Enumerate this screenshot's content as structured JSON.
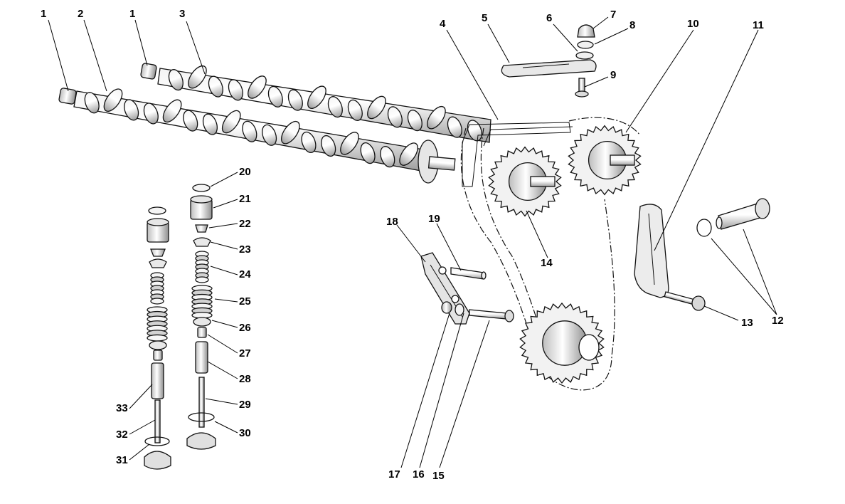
{
  "callouts": [
    {
      "id": "1a",
      "text": "1"
    },
    {
      "id": "2",
      "text": "2"
    },
    {
      "id": "1b",
      "text": "1"
    },
    {
      "id": "3",
      "text": "3"
    },
    {
      "id": "4",
      "text": "4"
    },
    {
      "id": "5",
      "text": "5"
    },
    {
      "id": "6",
      "text": "6"
    },
    {
      "id": "7",
      "text": "7"
    },
    {
      "id": "8",
      "text": "8"
    },
    {
      "id": "9",
      "text": "9"
    },
    {
      "id": "10",
      "text": "10"
    },
    {
      "id": "11",
      "text": "11"
    },
    {
      "id": "12",
      "text": "12"
    },
    {
      "id": "13",
      "text": "13"
    },
    {
      "id": "14",
      "text": "14"
    },
    {
      "id": "15",
      "text": "15"
    },
    {
      "id": "16",
      "text": "16"
    },
    {
      "id": "17",
      "text": "17"
    },
    {
      "id": "18",
      "text": "18"
    },
    {
      "id": "19",
      "text": "19"
    },
    {
      "id": "20",
      "text": "20"
    },
    {
      "id": "21",
      "text": "21"
    },
    {
      "id": "22",
      "text": "22"
    },
    {
      "id": "23",
      "text": "23"
    },
    {
      "id": "24",
      "text": "24"
    },
    {
      "id": "25",
      "text": "25"
    },
    {
      "id": "26",
      "text": "26"
    },
    {
      "id": "27",
      "text": "27"
    },
    {
      "id": "28",
      "text": "28"
    },
    {
      "id": "29",
      "text": "29"
    },
    {
      "id": "30",
      "text": "30"
    },
    {
      "id": "31",
      "text": "31"
    },
    {
      "id": "32",
      "text": "32"
    },
    {
      "id": "33",
      "text": "33"
    }
  ],
  "colors": {
    "line": "#111111",
    "part_fill": "#ffffff",
    "shade": "#cfcfcf",
    "dark_shade": "#9a9a9a",
    "background": "#ffffff"
  }
}
